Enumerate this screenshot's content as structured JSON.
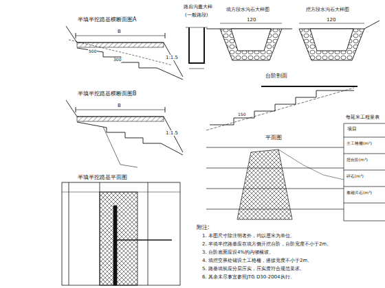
{
  "diagram": {
    "labels": [
      "半填半挖路基横断面图A",
      "B",
      "1:1.5",
      "500",
      "300",
      "半填半挖路基横断面图B",
      "B",
      "1:1.5",
      "半填半挖路基平面图",
      "路肩沟盖大样",
      "(一般路段)",
      "填方段水沟石大样图",
      "120",
      "挖方段水沟石大样图",
      "120",
      "台阶剖面",
      "150",
      "平面图",
      "每延米工程量表",
      "项目",
      "土工格栅(m²)",
      "挖台阶(m³)",
      "碎石(m³)",
      "浆砌片石(m³)",
      "附注:",
      "1. 本图尺寸除注明者外，均以厘米为单位。",
      "2. 半填半挖路基应在填方侧开挖台阶，台阶宽度不小于2m。",
      "3. 台阶底面应设4%的内倾横坡。",
      "4. 填挖交界处铺设土工格栅，搭接宽度不小于2m。",
      "5. 路基填筑应分层压实，压实度符合规范要求。",
      "6. 其余未尽事宜参照JTG D30-2004执行。"
    ]
  }
}
